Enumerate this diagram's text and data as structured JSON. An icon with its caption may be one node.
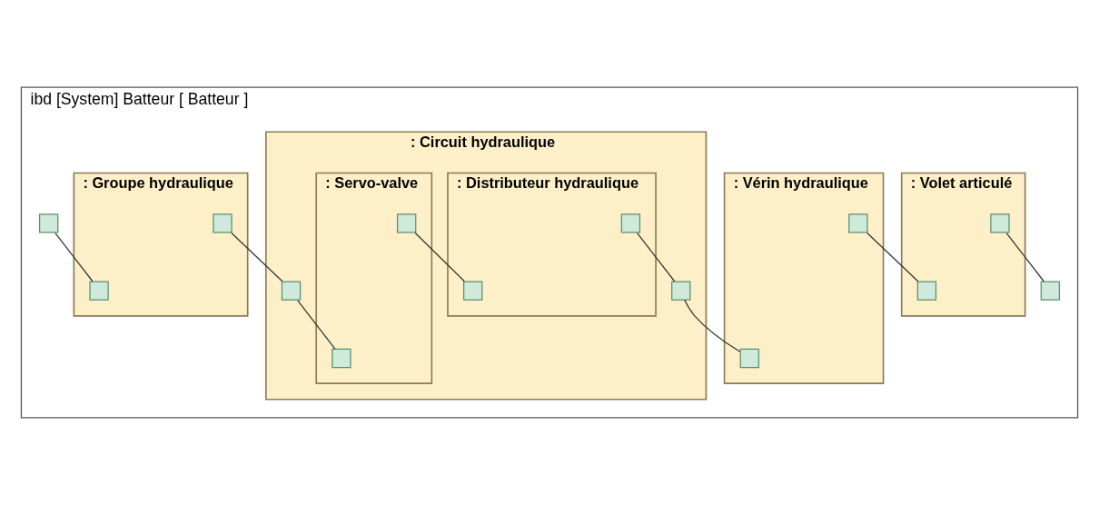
{
  "diagram": {
    "nodes": [
      {
        "text": [
          "ibd [System] Batteur [ Batteur ]"
        ]
      },
      {
        "text": [
          ": Groupe hydraulique"
        ],
        "in": 0
      },
      {
        "text": [],
        "shape": "box",
        "in": 1
      },
      {
        "text": [],
        "shape": "box",
        "in": 1
      },
      {
        "text": [
          ": Circuit hydraulique"
        ],
        "in": 0
      },
      {
        "text": [
          ": Servo-valve"
        ],
        "in": 4
      },
      {
        "text": [],
        "shape": "box",
        "in": 5
      },
      {
        "text": [],
        "shape": "box",
        "in": 5
      },
      {
        "text": [
          ": Distributeur hydraulique"
        ],
        "in": 4
      },
      {
        "text": [],
        "shape": "box",
        "in": 8
      },
      {
        "text": [],
        "shape": "box",
        "in": 8
      },
      {
        "text": [],
        "shape": "box",
        "in": 4
      },
      {
        "text": [],
        "shape": "box",
        "in": 4
      },
      {
        "text": [],
        "shape": "box",
        "in": 0
      },
      {
        "text": [
          ": Volet articulé"
        ],
        "in": 0
      },
      {
        "text": [],
        "shape": "box",
        "in": 14
      },
      {
        "text": [],
        "shape": "box",
        "in": 14
      },
      {
        "text": [
          ": Vérin hydraulique"
        ],
        "in": 0
      },
      {
        "text": [],
        "shape": "box",
        "in": 17
      },
      {
        "text": [],
        "shape": "box",
        "in": 17
      },
      {
        "text": [],
        "shape": "box",
        "in": 0
      }
    ],
    "edges": [
      {
        "from": 13,
        "to": 2,
        "arrow": "none"
      },
      {
        "from": 3,
        "to": 11,
        "arrow": "none"
      },
      {
        "from": 11,
        "to": 7,
        "arrow": "none"
      },
      {
        "from": 6,
        "to": 9,
        "arrow": "none"
      },
      {
        "from": 10,
        "to": 12,
        "arrow": "none"
      },
      {
        "from": 12,
        "to": 19,
        "arrow": "none"
      },
      {
        "from": 18,
        "to": 16,
        "arrow": "none"
      },
      {
        "from": 15,
        "to": 20,
        "arrow": "none"
      }
    ]
  }
}
